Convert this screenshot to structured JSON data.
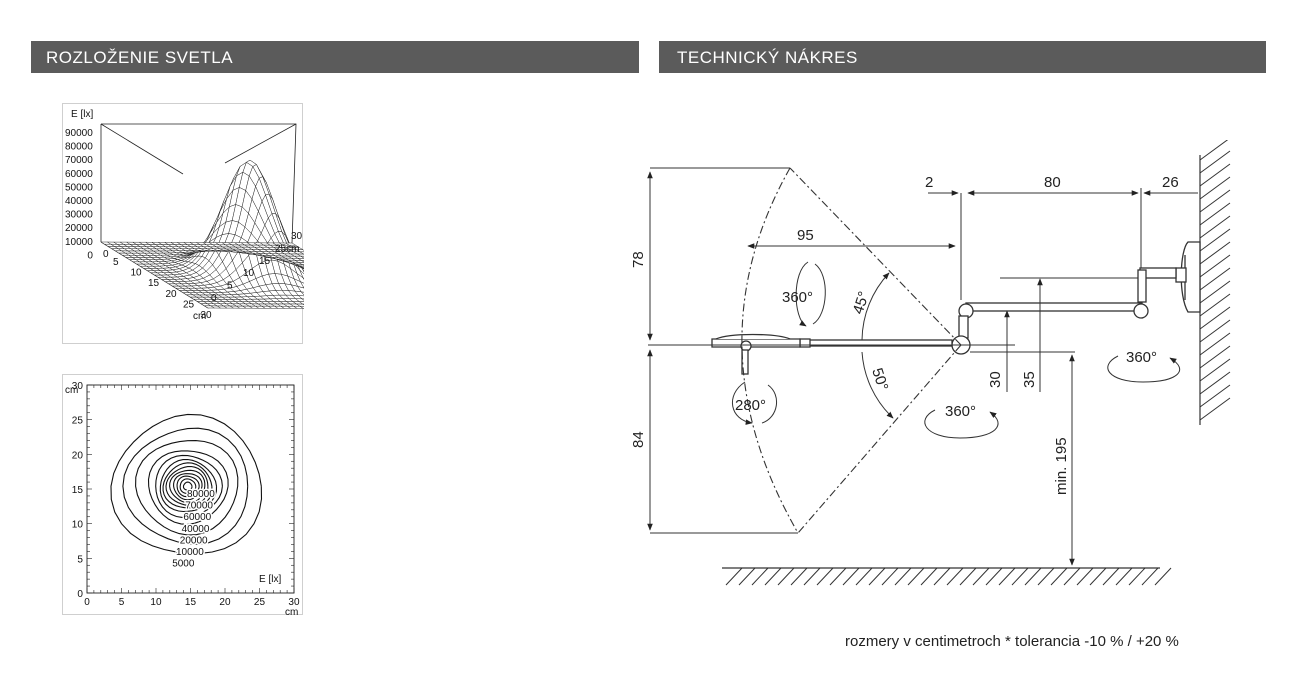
{
  "headers": {
    "left": "ROZLOŽENIE SVETLA",
    "right": "TECHNICKÝ NÁKRES"
  },
  "surface_plot": {
    "z_label": "E [lx]",
    "z_ticks": [
      "90000",
      "80000",
      "70000",
      "60000",
      "50000",
      "40000",
      "30000",
      "20000",
      "10000",
      "0"
    ],
    "x_ticks": [
      "5",
      "10",
      "15",
      "20",
      "25",
      "30"
    ],
    "x_unit": "cm",
    "y_ticks": [
      "0",
      "5",
      "10",
      "15",
      "25cm",
      "30"
    ],
    "origin_label": "0"
  },
  "contour_plot": {
    "x_ticks": [
      "0",
      "5",
      "10",
      "15",
      "20",
      "25",
      "30"
    ],
    "x_unit": "cm",
    "y_ticks": [
      "30",
      "25",
      "20",
      "15",
      "10",
      "5",
      "0"
    ],
    "y_unit": "cm",
    "level_labels": [
      "80000",
      "70000",
      "60000",
      "40000",
      "20000",
      "10000",
      "5000"
    ],
    "legend": "E [lx]"
  },
  "technical_drawing": {
    "dimensions": {
      "d2": "2",
      "d80": "80",
      "d26": "26",
      "d95": "95",
      "d78": "78",
      "d84": "84",
      "d30": "30",
      "d35": "35",
      "dmin195": "min. 195"
    },
    "angles": {
      "a45": "45°",
      "a50": "50°",
      "r360_head": "360°",
      "r280": "280°",
      "r360_joint": "360°",
      "r360_wall": "360°"
    }
  },
  "footnote": "rozmery v centimetroch * tolerancia -10 % / +20 %"
}
